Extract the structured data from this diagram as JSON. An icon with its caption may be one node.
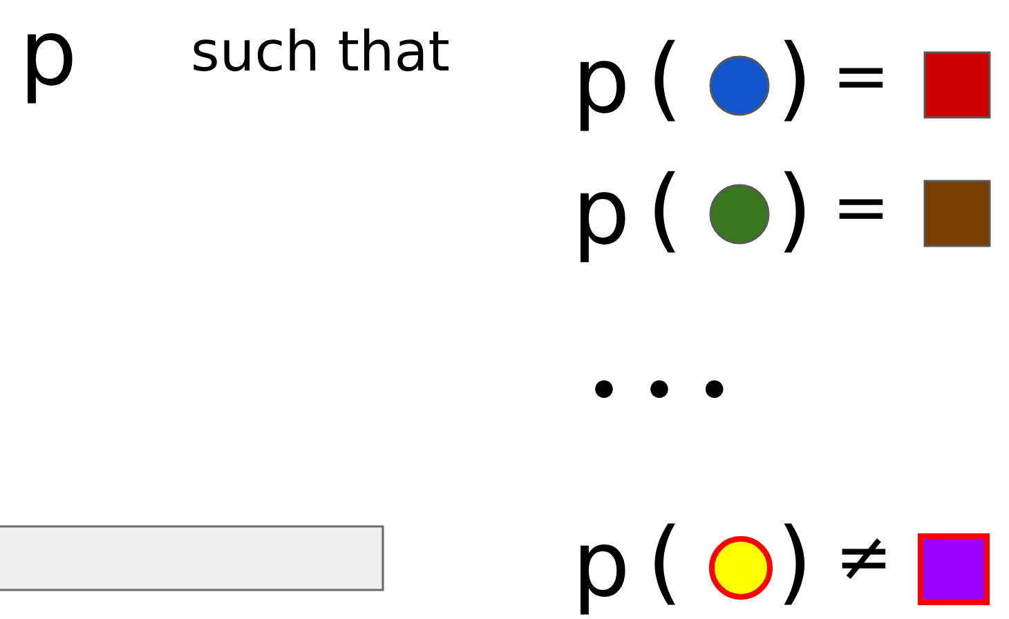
{
  "diagram": {
    "labels": [
      "p",
      "such that",
      "p",
      "(",
      ")",
      "=",
      "p",
      "(",
      ")",
      "=",
      "• • •",
      "p",
      "(",
      ")",
      "≠"
    ]
  }
}
